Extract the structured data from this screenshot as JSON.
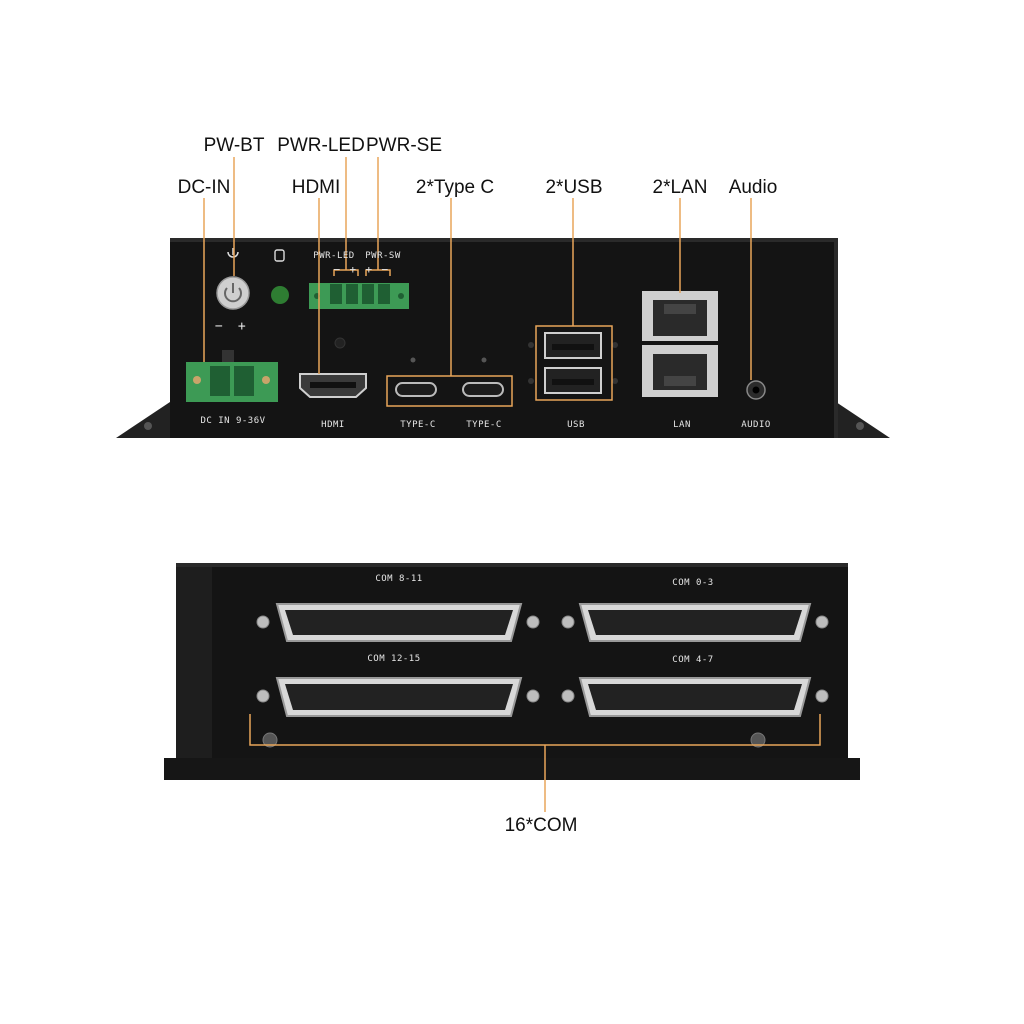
{
  "callouts": {
    "pw_bt": "PW-BT",
    "pwr_led": "PWR-LED",
    "pwr_se": "PWR-SE",
    "dc_in": "DC-IN",
    "hdmi": "HDMI",
    "type_c": "2*Type C",
    "usb": "2*USB",
    "lan": "2*LAN",
    "audio": "Audio",
    "com": "16*COM"
  },
  "front_panel": {
    "pwr_led": "PWR-LED",
    "pwr_sw": "PWR-SW",
    "led_minus": "−",
    "led_plus": "+",
    "sw_plus": "+",
    "sw_minus": "−",
    "btn_minus": "−",
    "btn_plus": "+",
    "dc_in": "DC IN 9-36V",
    "hdmi": "HDMI",
    "type_c_1": "TYPE-C",
    "type_c_2": "TYPE-C",
    "usb": "USB",
    "lan": "LAN",
    "audio": "AUDIO"
  },
  "rear_panel": {
    "com_8_11": "COM 8-11",
    "com_0_3": "COM 0-3",
    "com_12_15": "COM 12-15",
    "com_4_7": "COM 4-7"
  },
  "colors": {
    "chassis": "#141414",
    "leader": "#e8a55a",
    "terminal_green": "#3d9a55",
    "led_green": "#2e7d32"
  }
}
